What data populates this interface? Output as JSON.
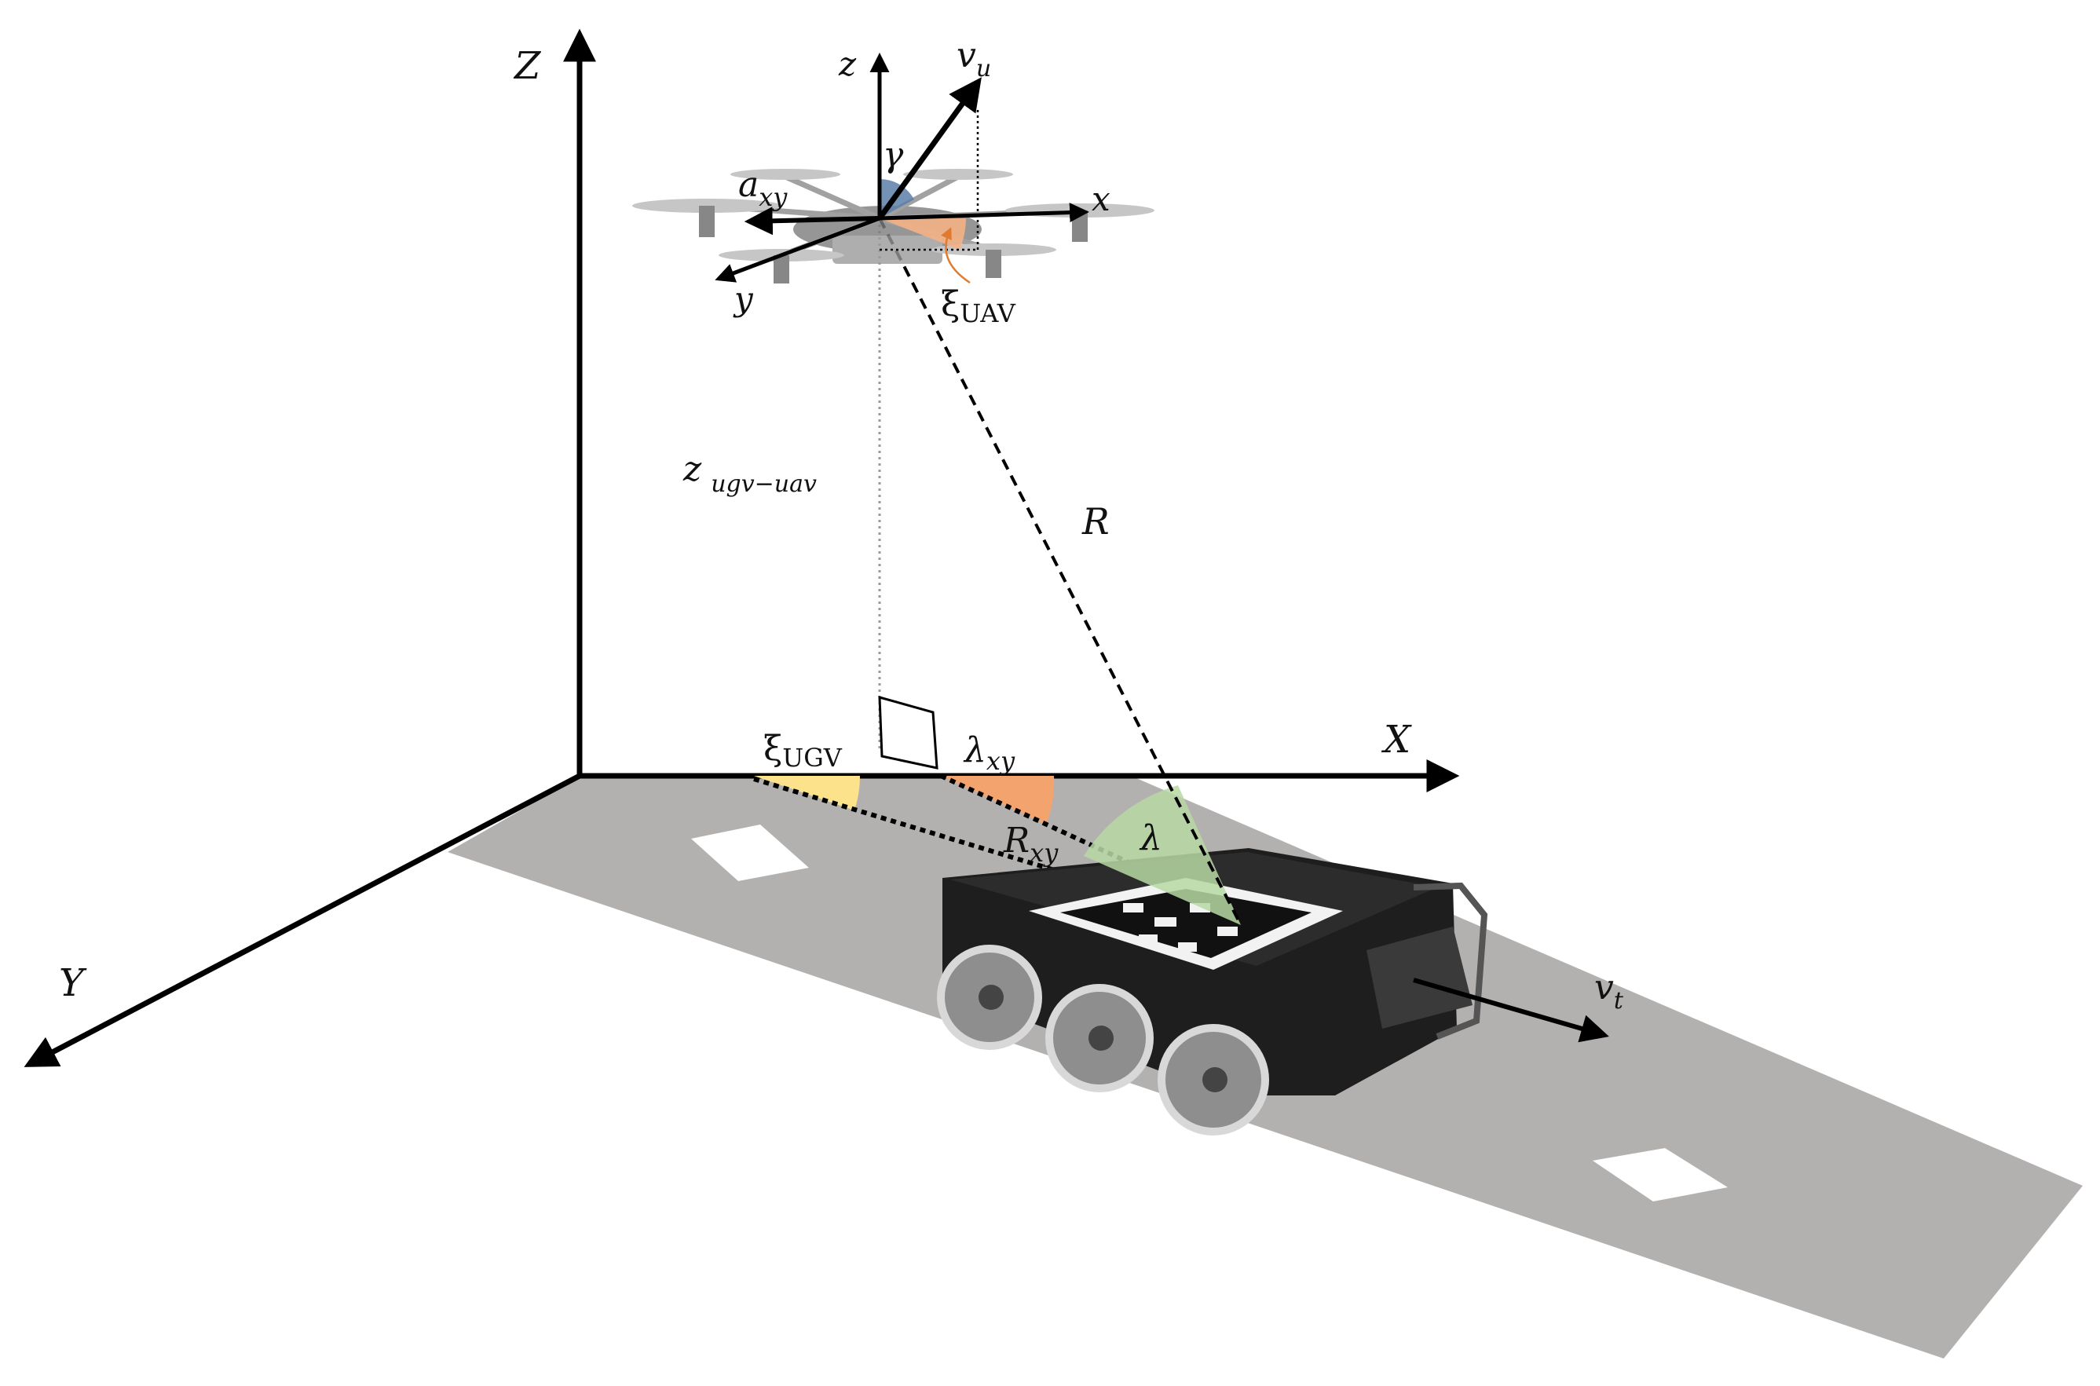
{
  "world_axes": {
    "x": "X",
    "y": "Y",
    "z": "Z"
  },
  "uav_axes": {
    "x": "x",
    "y": "y",
    "z": "z"
  },
  "labels": {
    "v_u": {
      "base": "v",
      "sub": "u"
    },
    "v_t": {
      "base": "v",
      "sub": "t"
    },
    "gamma": "γ",
    "a_xy": {
      "base": "a",
      "sub": "xy"
    },
    "xi_uav": {
      "base": "ξ",
      "sub": "UAV"
    },
    "xi_ugv": {
      "base": "ξ",
      "sub": "UGV"
    },
    "z_ugv_uav": {
      "base": "z",
      "sub": "ugv−uav"
    },
    "R": "R",
    "lambda_xy": {
      "base": "λ",
      "sub": "xy"
    },
    "R_xy": {
      "base": "R",
      "sub": "xy"
    },
    "lambda": "λ"
  },
  "colors": {
    "road": "#b3b0b0",
    "lane_mark": "#ffffff",
    "axis": "#000000",
    "angle_gamma": "#5b7fa8",
    "angle_xi_uav": "#f3b184",
    "angle_xi_ugv": "#fde28c",
    "angle_lambda_xy": "#f2a36e",
    "angle_lambda": "#b7d9a4",
    "vehicle_body": "#1e1e1e",
    "marker": "#f2f2f2"
  }
}
